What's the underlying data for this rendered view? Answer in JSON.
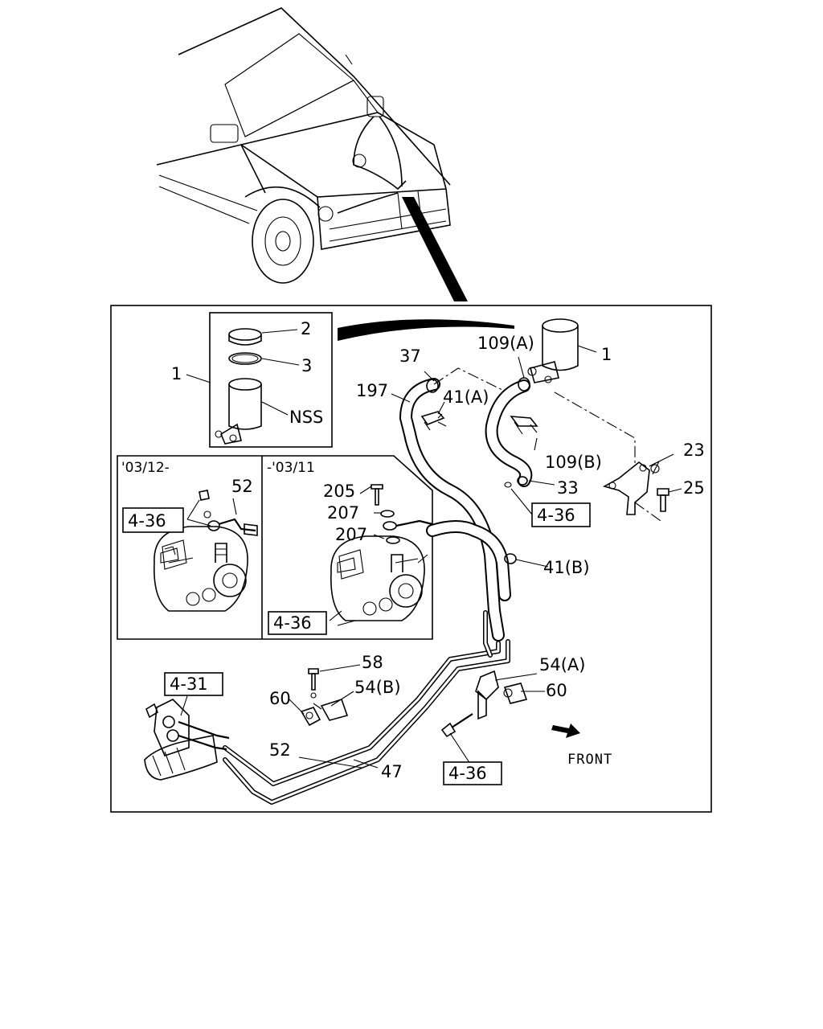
{
  "parts": {
    "p2": "2",
    "p3": "3",
    "p1_inset": "1",
    "nss": "NSS",
    "p1_main": "1",
    "p37": "37",
    "p197": "197",
    "p41a": "41(A)",
    "p109a": "109(A)",
    "p109b": "109(B)",
    "p33": "33",
    "p23": "23",
    "p25": "25",
    "p41b": "41(B)",
    "p52_inset": "52",
    "p205": "205",
    "p207a": "207",
    "p207b": "207",
    "p58": "58",
    "p54b": "54(B)",
    "p60a": "60",
    "p54a": "54(A)",
    "p60b": "60",
    "p52": "52",
    "p47": "47"
  },
  "refs": {
    "r436_a": "4-36",
    "r436_b": "4-36",
    "r436_c": "4-36",
    "r436_d": "4-36",
    "r431": "4-31"
  },
  "insets": {
    "left_date": "'03/12-",
    "right_date": "-'03/11"
  },
  "direction": {
    "front": "FRONT"
  }
}
